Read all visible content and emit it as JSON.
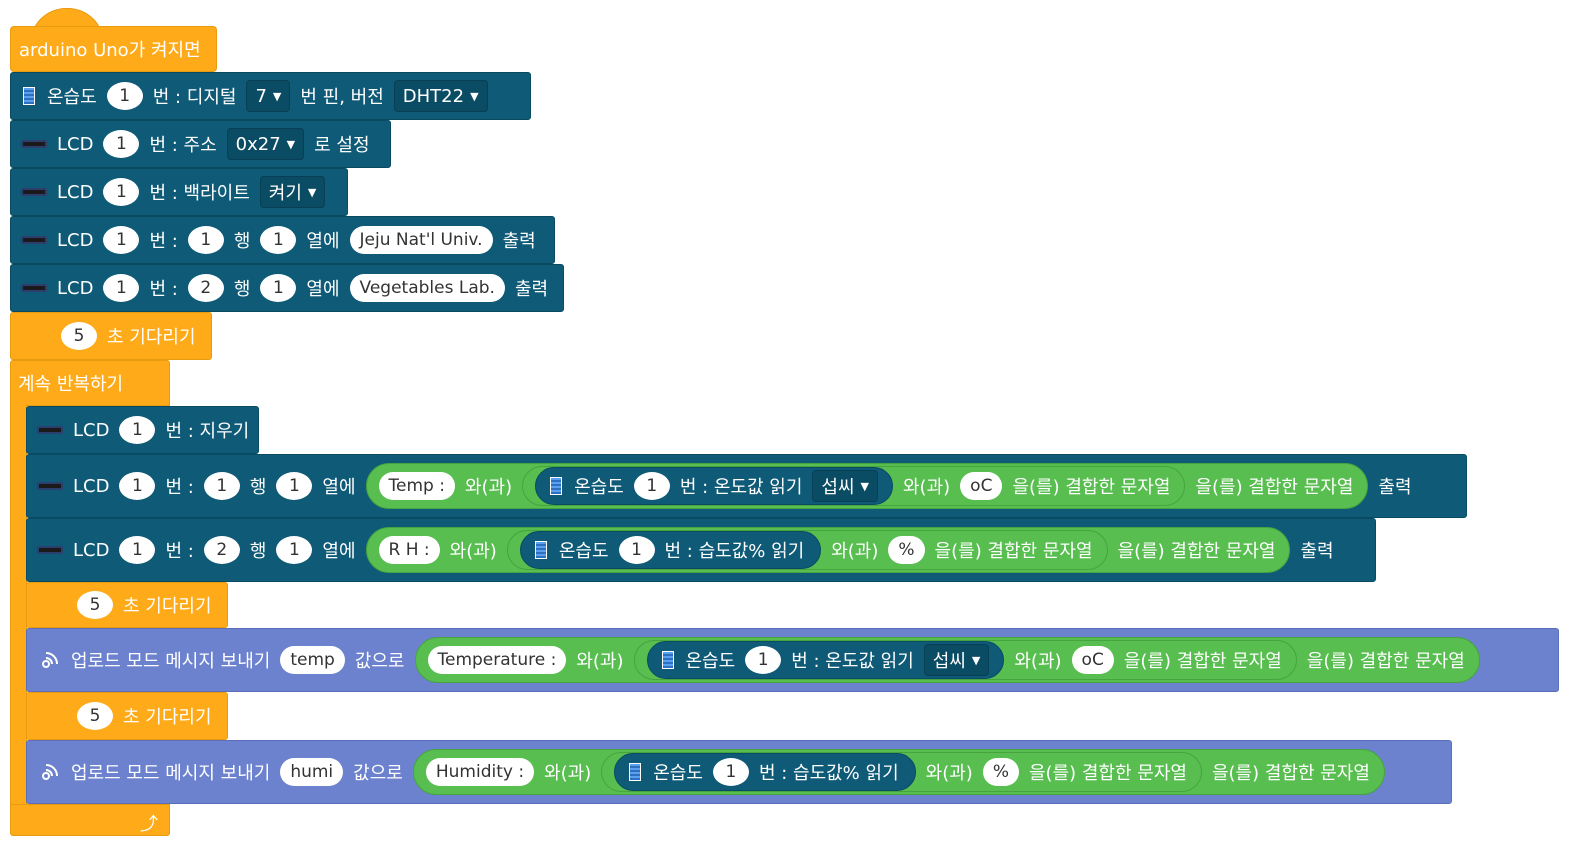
{
  "hat": {
    "label": "arduino Uno가 켜지면"
  },
  "setup": [
    {
      "type": "dht",
      "prefix": "온습도",
      "num": "1",
      "mid": "번 : 디지털",
      "pin": "7",
      "mid2": "번 핀, 버전",
      "version": "DHT22"
    },
    {
      "type": "lcd_addr",
      "prefix": "LCD",
      "num": "1",
      "mid": "번 : 주소",
      "addr": "0x27",
      "suffix": "로 설정"
    },
    {
      "type": "lcd_backlight",
      "prefix": "LCD",
      "num": "1",
      "mid": "번 : 백라이트",
      "state": "켜기"
    },
    {
      "type": "lcd_print",
      "prefix": "LCD",
      "num": "1",
      "mid": "번 :",
      "row": "1",
      "row_label": "행",
      "col": "1",
      "col_label": "열에",
      "text": "Jeju Nat'l Univ.",
      "suffix": "출력"
    },
    {
      "type": "lcd_print",
      "prefix": "LCD",
      "num": "1",
      "mid": "번 :",
      "row": "2",
      "row_label": "행",
      "col": "1",
      "col_label": "열에",
      "text": "Vegetables Lab.",
      "suffix": "출력"
    }
  ],
  "wait1": {
    "seconds": "5",
    "label": "초 기다리기"
  },
  "loop": {
    "label": "계속 반복하기",
    "end_icon": "loop-arrow-icon"
  },
  "loop_body": {
    "clear": {
      "prefix": "LCD",
      "num": "1",
      "label": "번 : 지우기"
    },
    "print_temp": {
      "prefix": "LCD",
      "num": "1",
      "mid": "번 :",
      "row": "1",
      "row_label": "행",
      "col": "1",
      "col_label": "열에",
      "str1": "Temp :",
      "with": "와(과)",
      "sensor": "온습도",
      "sensor_num": "1",
      "read": "번 : 온도값 읽기",
      "unit": "섭씨",
      "with2": "와(과)",
      "str2": "oC",
      "join": "을(를) 결합한 문자열",
      "join2": "을(를) 결합한 문자열",
      "suffix": "출력"
    },
    "print_humi": {
      "prefix": "LCD",
      "num": "1",
      "mid": "번 :",
      "row": "2",
      "row_label": "행",
      "col": "1",
      "col_label": "열에",
      "str1": "R H :",
      "with": "와(과)",
      "sensor": "온습도",
      "sensor_num": "1",
      "read": "번 : 습도값% 읽기",
      "with2": "와(과)",
      "str2": "%",
      "join": "을(를) 결합한 문자열",
      "join2": "을(를) 결합한 문자열",
      "suffix": "출력"
    },
    "wait2": {
      "seconds": "5",
      "label": "초 기다리기"
    },
    "upload_temp": {
      "label": "업로드 모드 메시지 보내기",
      "key": "temp",
      "as": "값으로",
      "str1": "Temperature :",
      "with": "와(과)",
      "sensor": "온습도",
      "sensor_num": "1",
      "read": "번 : 온도값 읽기",
      "unit": "섭씨",
      "with2": "와(과)",
      "str2": "oC",
      "join": "을(를) 결합한 문자열",
      "join2": "을(를) 결합한 문자열"
    },
    "wait3": {
      "seconds": "5",
      "label": "초 기다리기"
    },
    "upload_humi": {
      "label": "업로드 모드 메시지 보내기",
      "key": "humi",
      "as": "값으로",
      "str1": "Humidity :",
      "with": "와(과)",
      "sensor": "온습도",
      "sensor_num": "1",
      "read": "번 : 습도값% 읽기",
      "with2": "와(과)",
      "str2": "%",
      "join": "을(를) 결합한 문자열",
      "join2": "을(를) 결합한 문자열"
    }
  }
}
